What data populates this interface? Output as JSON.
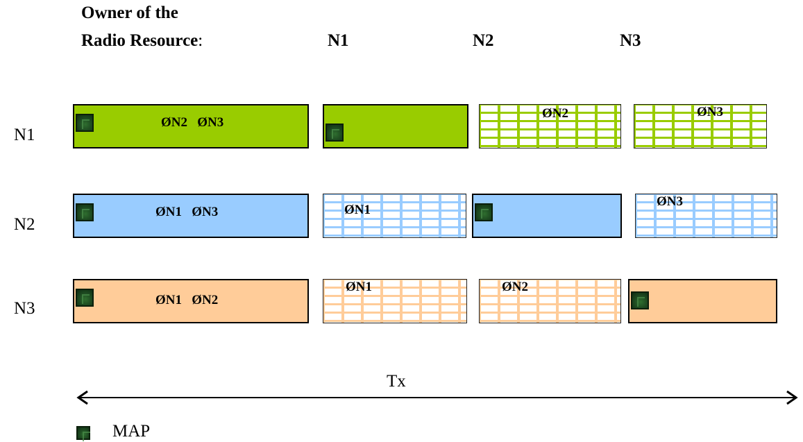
{
  "header": {
    "owner_line1": "Owner of the",
    "owner_line2": "Radio Resource",
    "owner_colon": ":",
    "col_n1": "N1",
    "col_n2": "N2",
    "col_n3": "N3"
  },
  "rows": [
    {
      "label": "N1",
      "color": "#99cc00",
      "blocks": [
        {
          "type": "solid",
          "map": true,
          "text": "ØN2   ØN3"
        },
        {
          "type": "solid",
          "map": true,
          "text": ""
        },
        {
          "type": "brick",
          "map": false,
          "text": "ØN2"
        },
        {
          "type": "brick",
          "map": false,
          "text": "ØN3"
        }
      ]
    },
    {
      "label": "N2",
      "color": "#99ccff",
      "blocks": [
        {
          "type": "solid",
          "map": true,
          "text": "ØN1   ØN3"
        },
        {
          "type": "brick",
          "map": false,
          "text": "ØN1"
        },
        {
          "type": "solid",
          "map": true,
          "text": ""
        },
        {
          "type": "brick",
          "map": false,
          "text": "ØN3"
        }
      ]
    },
    {
      "label": "N3",
      "color": "#ffcc99",
      "blocks": [
        {
          "type": "solid",
          "map": true,
          "text": "ØN1   ØN2"
        },
        {
          "type": "brick",
          "map": false,
          "text": "ØN1"
        },
        {
          "type": "brick",
          "map": false,
          "text": "ØN2"
        },
        {
          "type": "solid",
          "map": true,
          "text": ""
        }
      ]
    }
  ],
  "tx_label": "Tx",
  "legend": {
    "icon": "map-icon",
    "label": "MAP"
  }
}
